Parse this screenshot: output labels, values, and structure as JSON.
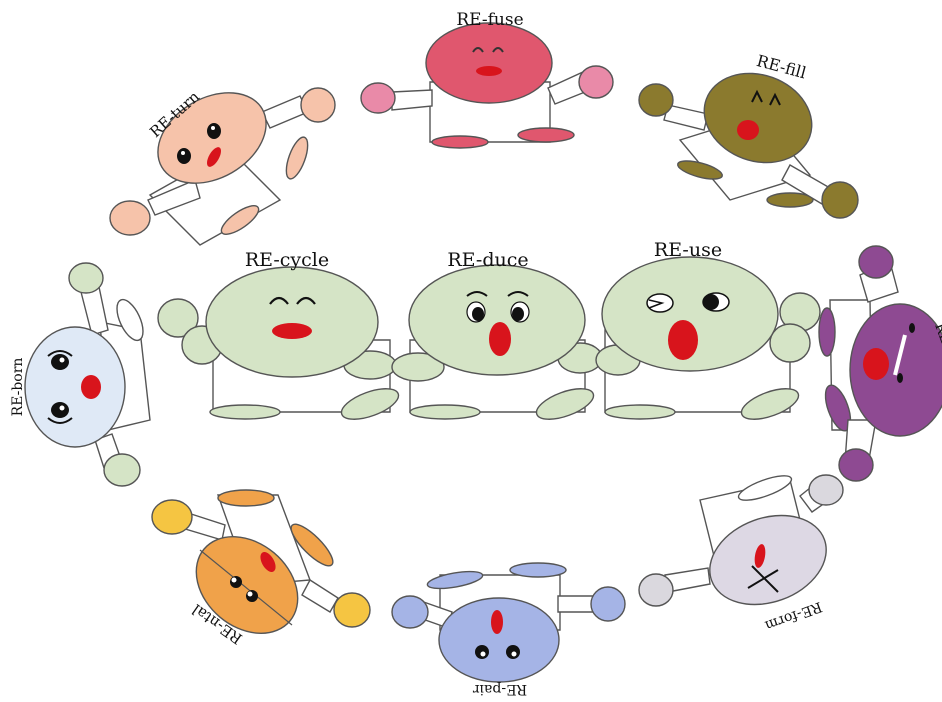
{
  "characters": [
    {
      "id": "recycle",
      "label": "RE-cycle",
      "color": "#d5e4c6"
    },
    {
      "id": "reduce",
      "label": "RE-duce",
      "color": "#d5e4c6"
    },
    {
      "id": "reuse",
      "label": "RE-use",
      "color": "#d5e4c6"
    },
    {
      "id": "refuse",
      "label": "RE-fuse",
      "color": "#e0576e"
    },
    {
      "id": "refill",
      "label": "RE-fill",
      "color": "#8b7a2e"
    },
    {
      "id": "return",
      "label": "RE-turn",
      "color": "#f6c3aa"
    },
    {
      "id": "reborn",
      "label": "RE-born",
      "color": "#dfe9f6"
    },
    {
      "id": "rent",
      "label": "RE-nt",
      "color": "#8e4a92"
    },
    {
      "id": "rental",
      "label": "RE-ntal",
      "color": "#f0a24a"
    },
    {
      "id": "repair",
      "label": "RE-pair",
      "color": "#a5b4e6"
    },
    {
      "id": "reform",
      "label": "RE-form",
      "color": "#ddd8e4"
    }
  ],
  "colors": {
    "mouth": "#d8141c",
    "outline": "#555555"
  }
}
